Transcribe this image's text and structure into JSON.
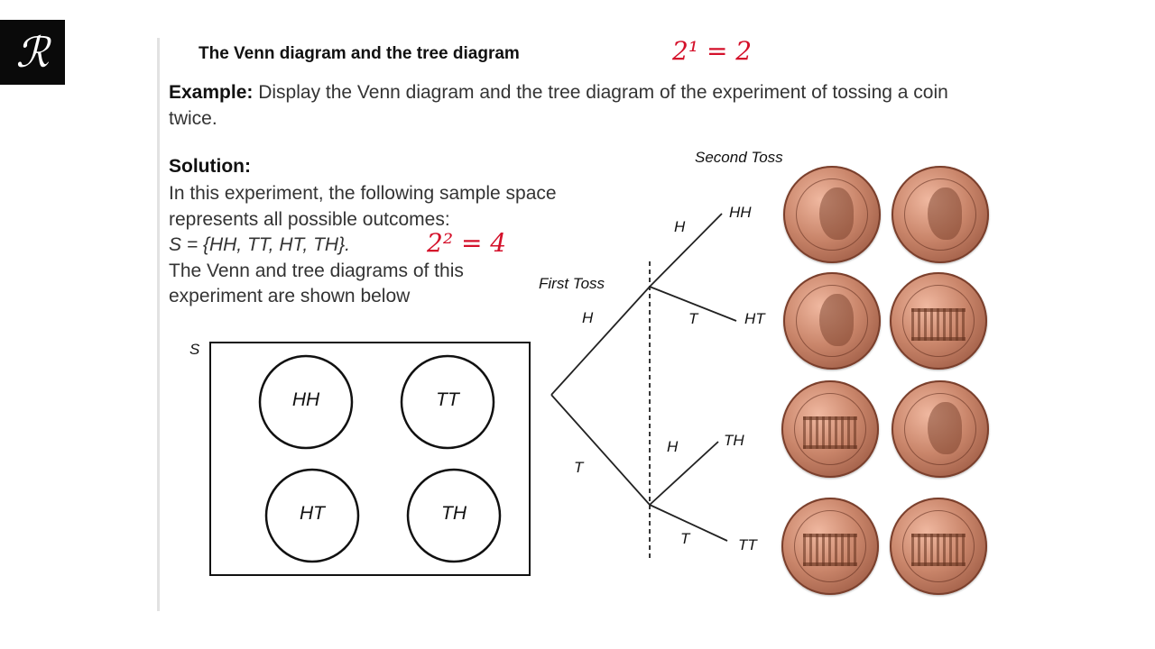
{
  "logo": {
    "glyph": "ℛ"
  },
  "title": "The Venn diagram and the tree diagram",
  "annotations": {
    "top": "2¹ = 2",
    "middle": "2² = 4"
  },
  "example": {
    "label": "Example:",
    "text": " Display the Venn diagram and the tree diagram of the experiment of tossing a coin twice."
  },
  "solution": {
    "heading": "Solution:",
    "line1": "In this experiment, the following sample space",
    "line2": "represents all possible outcomes:",
    "sample_space": "S = {HH, TT, HT, TH}.",
    "line4": "The Venn and tree diagrams of this",
    "line5": "experiment are shown below"
  },
  "venn": {
    "set_label": "S",
    "outcomes": [
      "HH",
      "TT",
      "HT",
      "TH"
    ]
  },
  "tree": {
    "first_toss": "First Toss",
    "second_toss": "Second Toss",
    "first_branches": [
      "H",
      "T"
    ],
    "second_branches": [
      "H",
      "T",
      "H",
      "T"
    ],
    "outcomes": [
      "HH",
      "HT",
      "TH",
      "TT"
    ]
  },
  "coins": [
    [
      "heads-icon",
      "heads-icon"
    ],
    [
      "heads-icon",
      "tails-icon"
    ],
    [
      "tails-icon",
      "heads-icon"
    ],
    [
      "tails-icon",
      "tails-icon"
    ]
  ],
  "colors": {
    "annotation": "#d4102a",
    "coin": "#c9856a"
  }
}
